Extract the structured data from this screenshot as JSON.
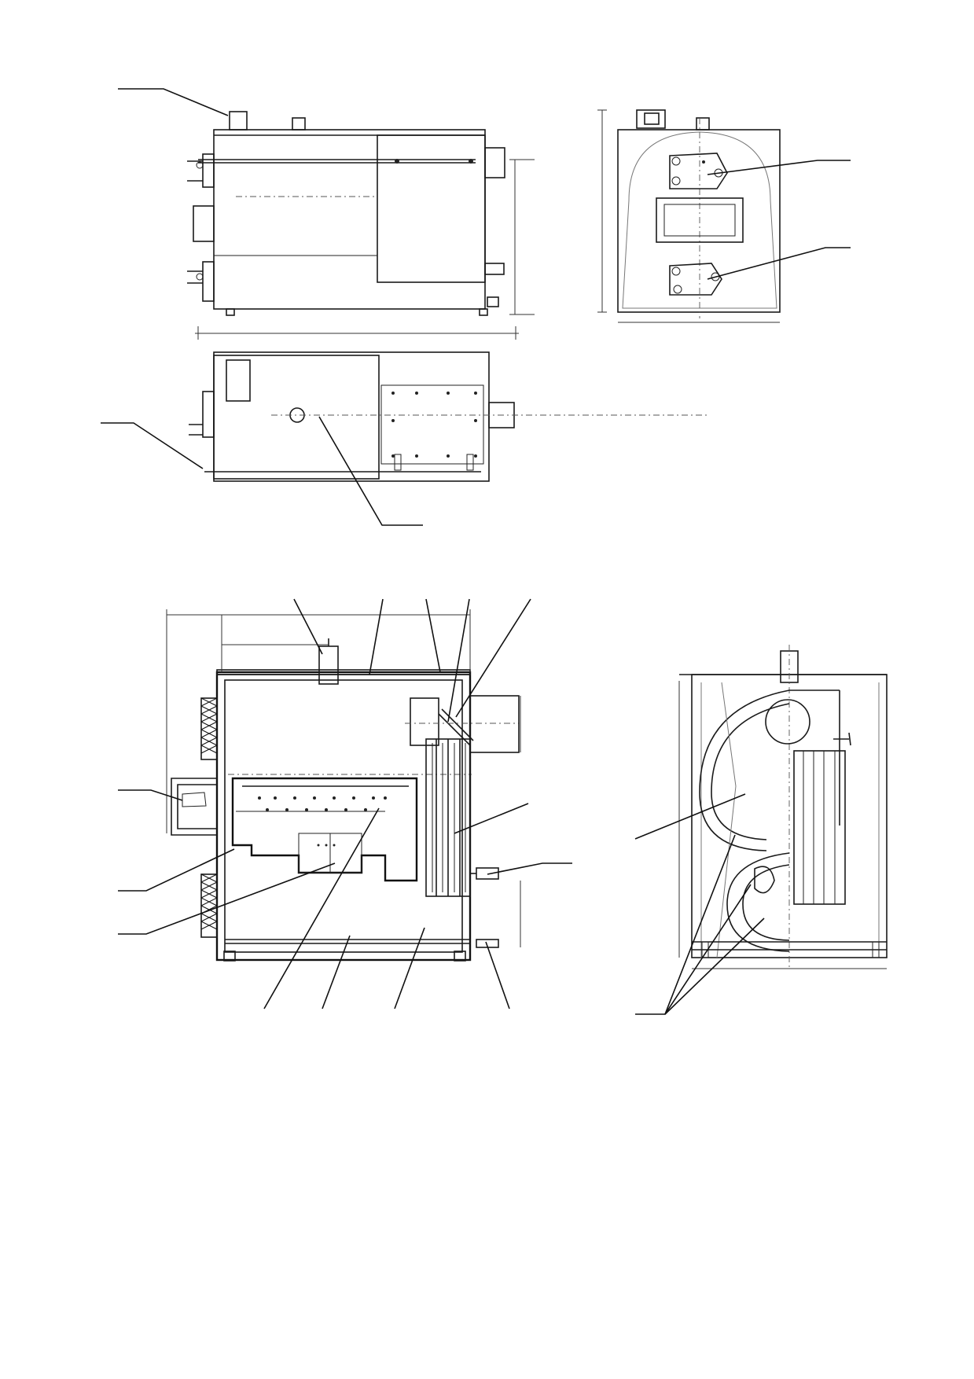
{
  "drawing": {
    "title": "",
    "views": [
      "front-elevation",
      "side-elevation",
      "plan-view",
      "longitudinal-section",
      "cross-section"
    ],
    "callout_labels": [],
    "line_color": "#1a1a1a",
    "paper_color": "#ffffff"
  }
}
